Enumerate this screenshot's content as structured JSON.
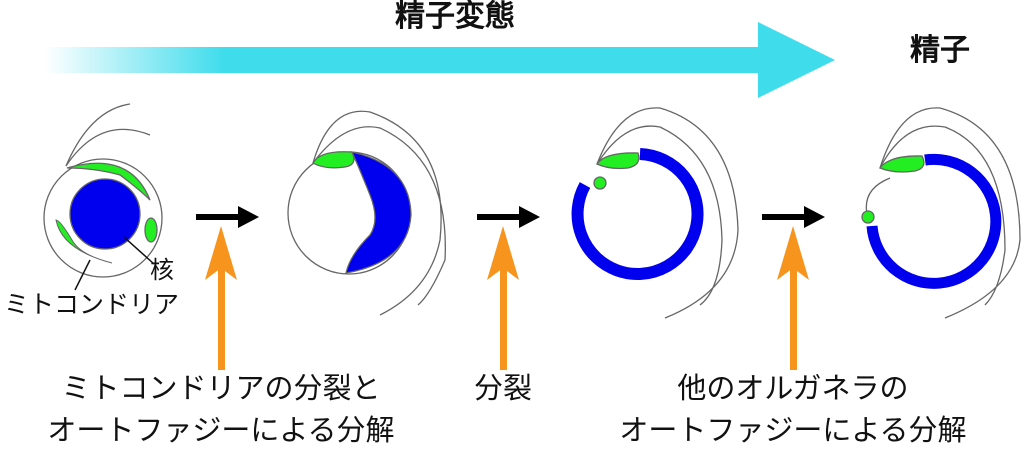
{
  "title": "精子変態",
  "end_label": "精子",
  "labels": {
    "nucleus": "核",
    "mitochondria": "ミトコンドリア"
  },
  "steps": [
    {
      "line1": "ミトコンドリアの分裂と",
      "line2": "オートファジーによる分解"
    },
    {
      "line1": "分裂"
    },
    {
      "line1": "他のオルガネラの",
      "line2": "オートファジーによる分解"
    }
  ],
  "colors": {
    "progress_arrow": "#3fdcec",
    "nucleus": "#0000ee",
    "mitochondria": "#22ee22",
    "step_arrow": "#f7941d"
  }
}
